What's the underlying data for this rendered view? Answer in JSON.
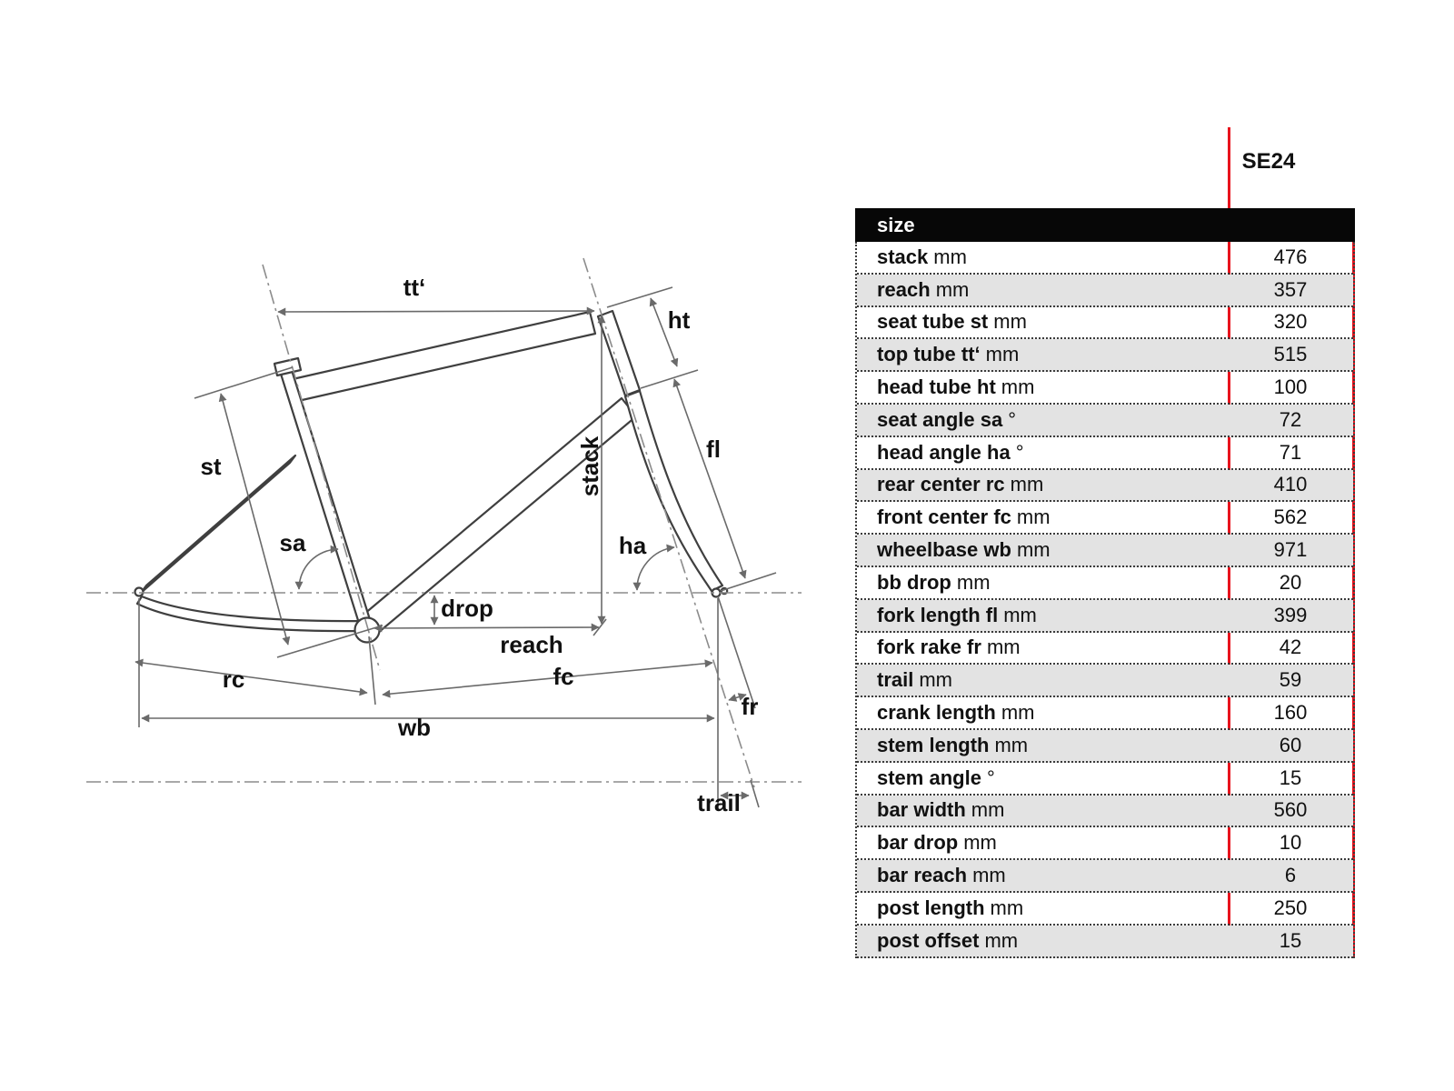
{
  "column_header": "SE24",
  "colors": {
    "highlight_red": "#e8131d",
    "header_bg": "#070707",
    "row_alt_bg": "#e3e3e3",
    "frame_line": "#3f3f3f",
    "dimension_line": "#6a6a6a"
  },
  "table": {
    "header": "size",
    "rows": [
      {
        "label": "stack",
        "unit": "mm",
        "value": "476"
      },
      {
        "label": "reach",
        "unit": "mm",
        "value": "357"
      },
      {
        "label": "seat tube st",
        "unit": "mm",
        "value": "320"
      },
      {
        "label": "top tube tt‘",
        "unit": "mm",
        "value": "515"
      },
      {
        "label": "head tube ht",
        "unit": "mm",
        "value": "100"
      },
      {
        "label": "seat angle sa",
        "unit": "°",
        "value": "72"
      },
      {
        "label": "head angle ha",
        "unit": "°",
        "value": "71"
      },
      {
        "label": "rear center rc",
        "unit": "mm",
        "value": "410"
      },
      {
        "label": "front center fc",
        "unit": "mm",
        "value": "562"
      },
      {
        "label": "wheelbase wb",
        "unit": "mm",
        "value": "971"
      },
      {
        "label": "bb drop",
        "unit": "mm",
        "value": "20"
      },
      {
        "label": "fork length fl",
        "unit": "mm",
        "value": "399"
      },
      {
        "label": "fork rake fr",
        "unit": "mm",
        "value": "42"
      },
      {
        "label": "trail",
        "unit": "mm",
        "value": "59"
      },
      {
        "label": "crank length",
        "unit": "mm",
        "value": "160"
      },
      {
        "label": "stem length",
        "unit": "mm",
        "value": "60"
      },
      {
        "label": "stem angle",
        "unit": "°",
        "value": "15"
      },
      {
        "label": "bar width",
        "unit": "mm",
        "value": "560"
      },
      {
        "label": "bar drop",
        "unit": "mm",
        "value": "10"
      },
      {
        "label": "bar reach",
        "unit": "mm",
        "value": "6"
      },
      {
        "label": "post length",
        "unit": "mm",
        "value": "250"
      },
      {
        "label": "post offset",
        "unit": "mm",
        "value": "15"
      }
    ]
  },
  "diagram": {
    "labels": {
      "tt": "tt‘",
      "ht": "ht",
      "st": "st",
      "stack": "stack",
      "fl": "fl",
      "sa": "sa",
      "ha": "ha",
      "drop": "drop",
      "reach": "reach",
      "rc": "rc",
      "fc": "fc",
      "fr": "fr",
      "wb": "wb",
      "trail": "trail"
    }
  }
}
